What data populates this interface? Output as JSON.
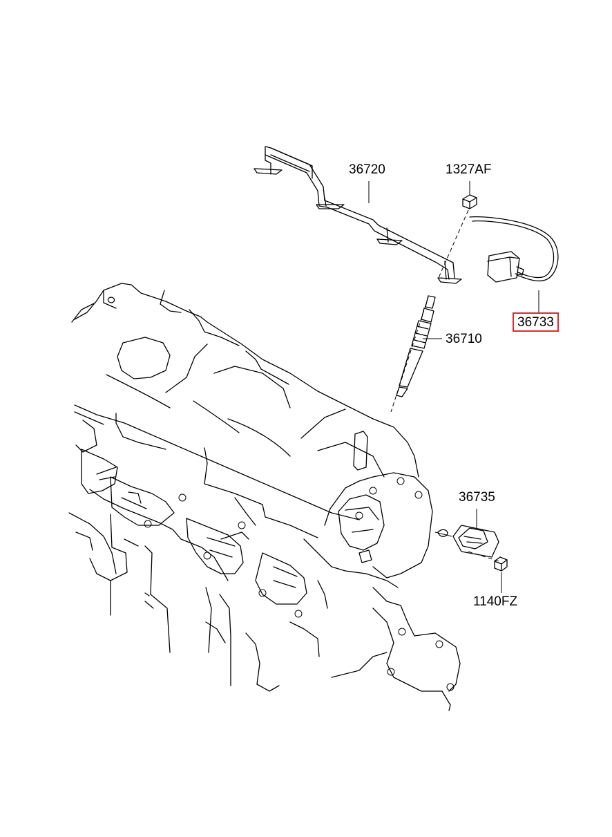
{
  "diagram": {
    "callouts": [
      {
        "id": "36720",
        "text": "36720",
        "highlighted": false
      },
      {
        "id": "1327AF",
        "text": "1327AF",
        "highlighted": false
      },
      {
        "id": "36710",
        "text": "36710",
        "highlighted": false
      },
      {
        "id": "36733",
        "text": "36733",
        "highlighted": true
      },
      {
        "id": "36735",
        "text": "36735",
        "highlighted": false
      },
      {
        "id": "1140FZ",
        "text": "1140FZ",
        "highlighted": false
      }
    ],
    "highlight_color": "#e3272d",
    "line_color": "#000000"
  }
}
